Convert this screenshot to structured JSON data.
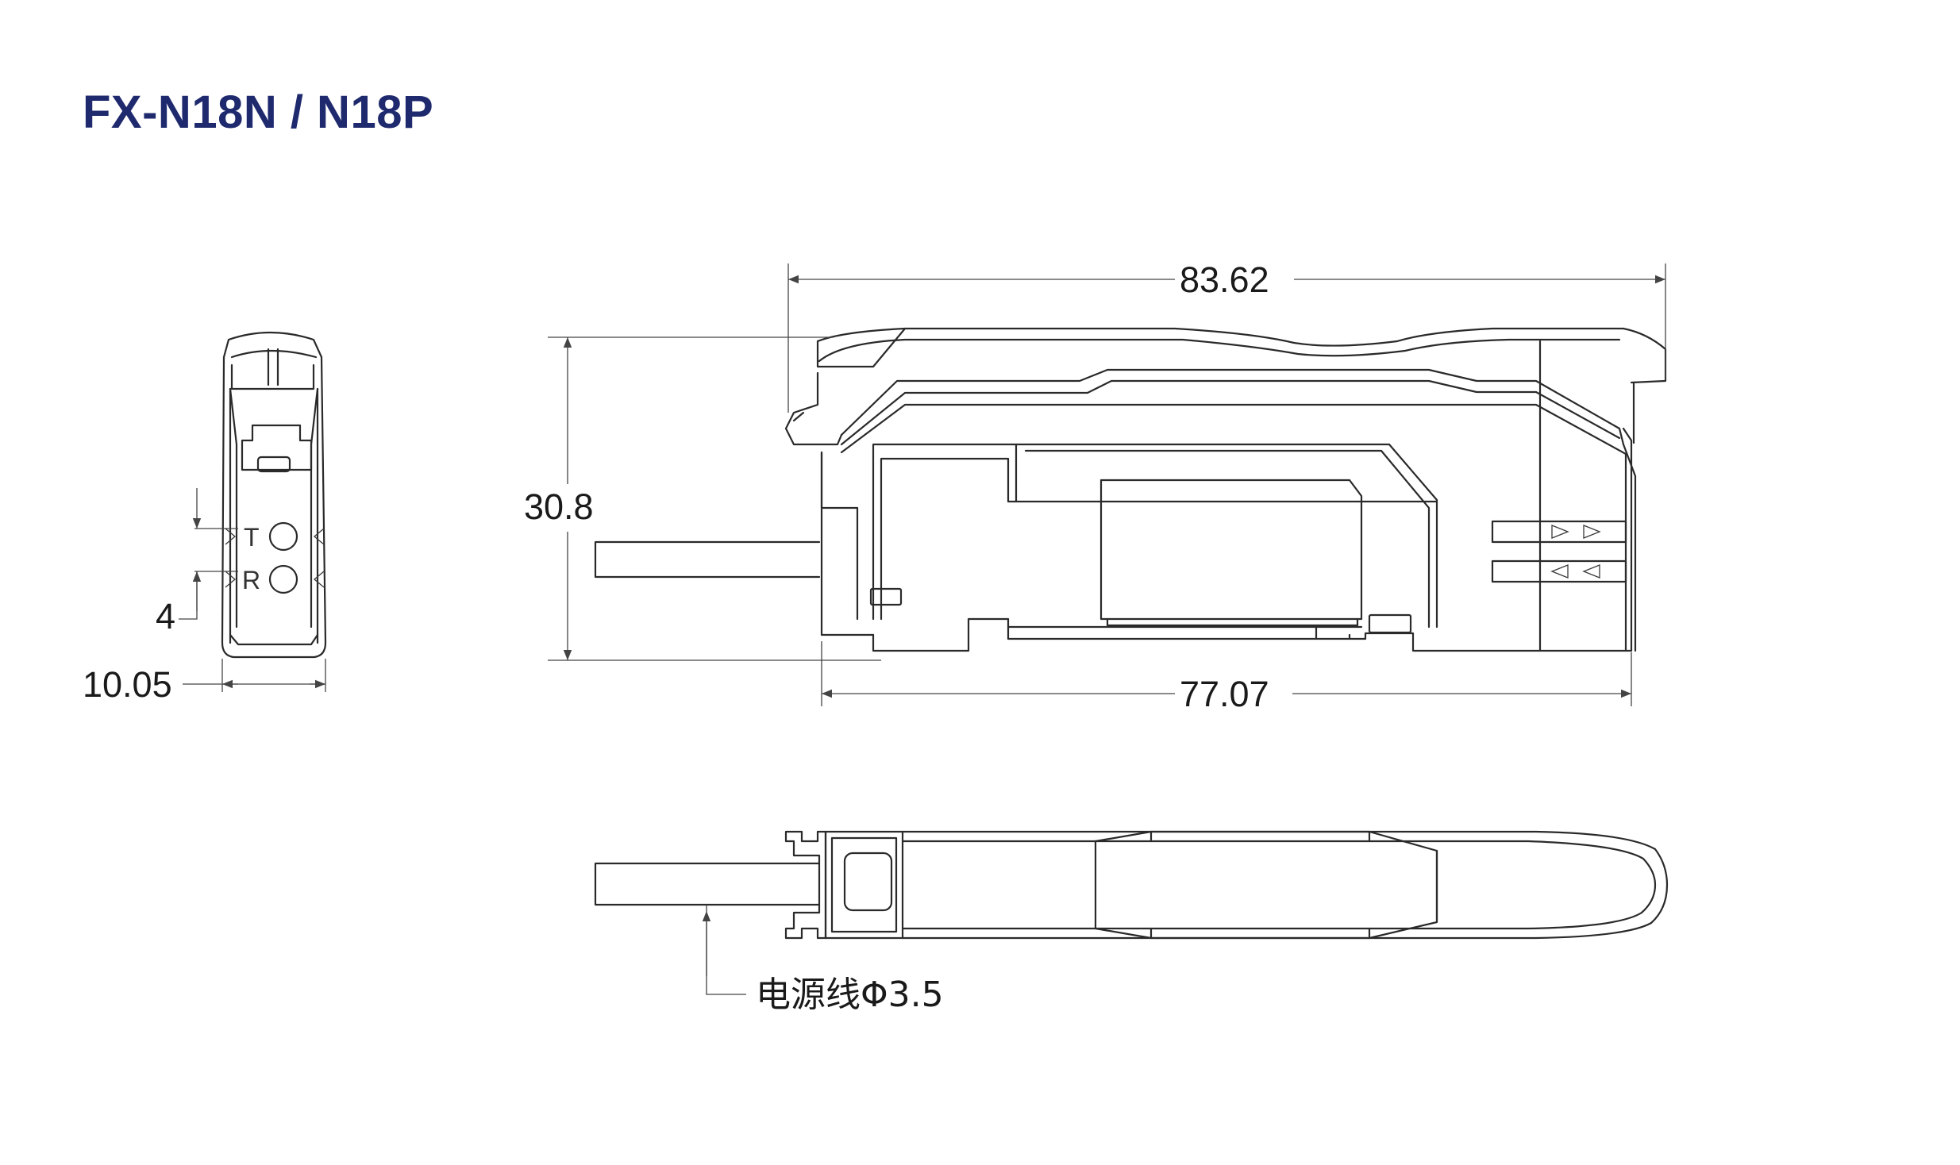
{
  "title": "FX-N18N / N18P",
  "dimensions": {
    "overall_length": "83.62",
    "body_length": "77.07",
    "height": "30.8",
    "width": "10.05",
    "led_spacing": "4"
  },
  "end_view": {
    "led_t_label": "T",
    "led_r_label": "R"
  },
  "cable_callout": "电源线Φ3.5",
  "colors": {
    "title": "#1f2a6e",
    "line": "#2a2a2a"
  }
}
